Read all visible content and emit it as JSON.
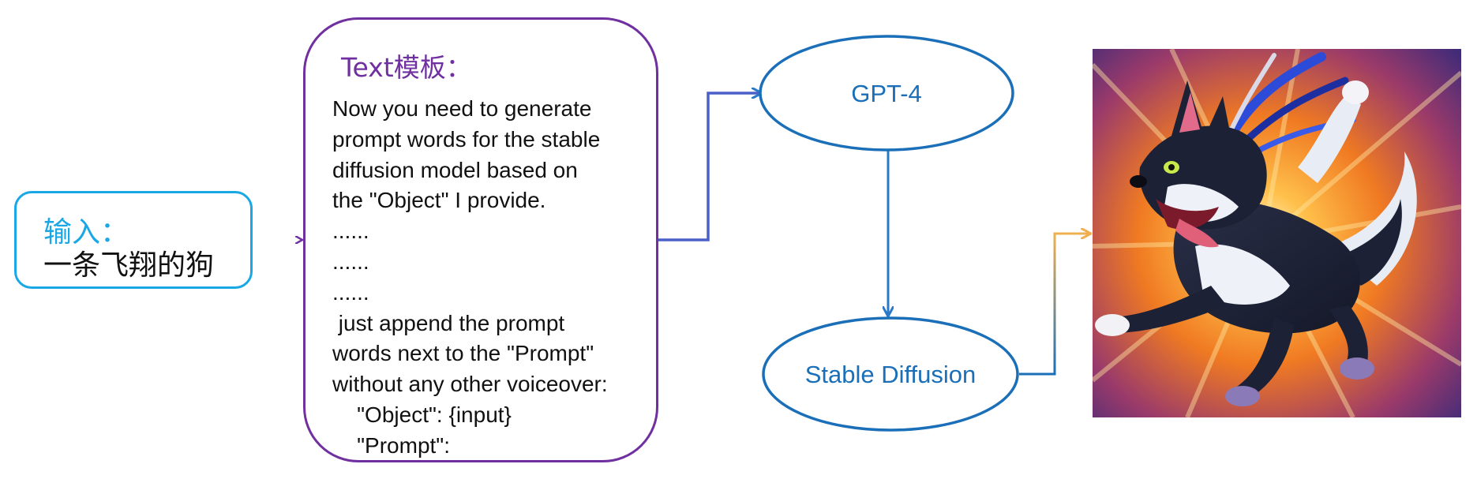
{
  "input": {
    "title": "输入：",
    "text": "一条飞翔的狗"
  },
  "template": {
    "title": "Text模板：",
    "lines": [
      "Now you need to generate",
      "prompt words for the stable",
      "diffusion model based on",
      "the \"Object\" I provide.",
      "......",
      "......",
      "......",
      " just append the prompt",
      "words next to the \"Prompt\"",
      "without any other voiceover:",
      "    \"Object\": {input}",
      "    \"Prompt\":"
    ]
  },
  "nodes": {
    "gpt4": "GPT-4",
    "stable_diffusion": "Stable Diffusion"
  },
  "output_image": {
    "icon": "flying-dog-illustration"
  },
  "colors": {
    "input_border": "#1aa7e6",
    "template_border": "#7030a0",
    "node_border": "#1a6fb8",
    "arrow_blue": "#2a78c8",
    "arrow_purple": "#7030a0",
    "arrow_orange": "#f0b050"
  }
}
